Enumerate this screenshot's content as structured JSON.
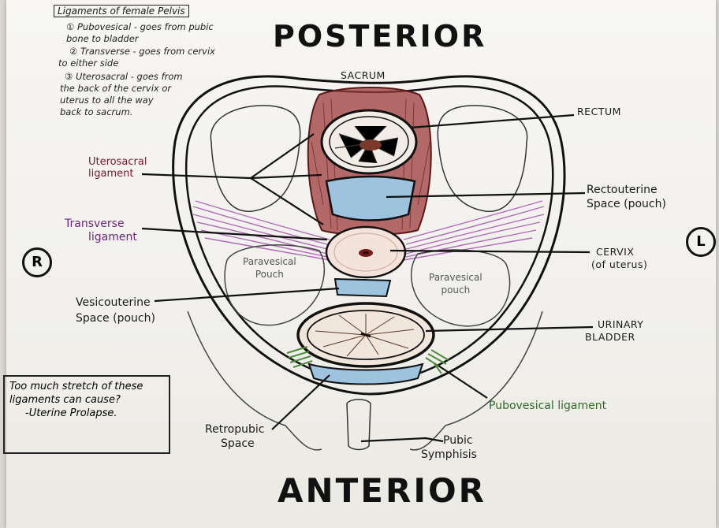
{
  "titles": {
    "posterior": "POSTERIOR",
    "anterior": "ANTERIOR"
  },
  "notes": {
    "heading": "Ligaments of female Pelvis",
    "item1_line1": "① Pubovesical - goes from pubic",
    "item1_line2": "bone to bladder",
    "item2_line1": "② Transverse - goes from cervix",
    "item2_line2": "to either side",
    "item3_line1": "③ Uterosacral - goes from",
    "item3_line2": "the back of the cervix or",
    "item3_line3": "uterus to all the way",
    "item3_line4": "back to sacrum."
  },
  "labels": {
    "sacrum": "SACRUM",
    "rectum": "RECTUM",
    "rectouterine_line1": "Rectouterine",
    "rectouterine_line2": "Space (pouch)",
    "cervix_line1": "CERVIX",
    "cervix_line2": "(of uterus)",
    "urinary_line1": "URINARY",
    "urinary_line2": "BLADDER",
    "pubovesical_ligament": "Pubovesical ligament",
    "pubic_line1": "Pubic",
    "pubic_line2": "Symphisis",
    "retropubic_line1": "Retropubic",
    "retropubic_line2": "Space",
    "vesicouterine_line1": "Vesicouterine",
    "vesicouterine_line2": "Space (pouch)",
    "transverse_line1": "Transverse",
    "transverse_line2": "ligament",
    "uterosacral_line1": "Uterosacral",
    "uterosacral_line2": "ligament",
    "paravesical_left_1": "Paravesical",
    "paravesical_left_2": "Pouch",
    "paravesical_right_1": "Paravesical",
    "paravesical_right_2": "pouch",
    "side_right": "R",
    "side_left": "L"
  },
  "callout": {
    "line1": "Too much stretch of these",
    "line2": "ligaments can cause?",
    "line3": "-Uterine Prolapse."
  },
  "colors": {
    "rectum": "#8b2a2a",
    "space_blue": "#9ec3de",
    "transverse": "#a04aa8",
    "pubovesical": "#4f8a3a",
    "ink": "#111111"
  }
}
